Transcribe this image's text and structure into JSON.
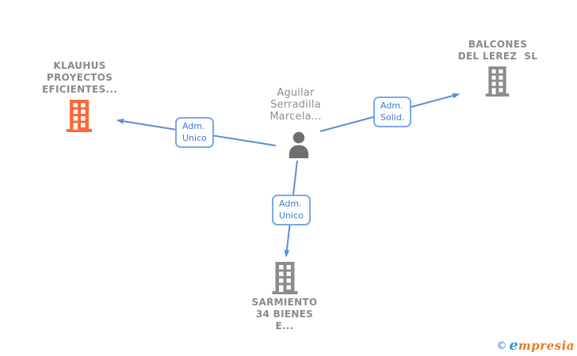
{
  "person": {
    "name_lines": [
      "Aguilar",
      "Serradilla",
      "Marcela..."
    ]
  },
  "companies": {
    "left": {
      "name_lines": [
        "KLAUHUS",
        "PROYECTOS",
        "EFICIENTES..."
      ],
      "highlighted": true
    },
    "right": {
      "name_lines": [
        "BALCONES",
        "DEL LEREZ  SL"
      ],
      "highlighted": false
    },
    "bottom": {
      "name_lines": [
        "SARMIENTO",
        "34 BIENES",
        "E..."
      ],
      "highlighted": false
    }
  },
  "relations": {
    "left": {
      "lines": [
        "Adm.",
        "Unico"
      ]
    },
    "right": {
      "lines": [
        "Adm.",
        "Solid."
      ]
    },
    "bottom": {
      "lines": [
        "Adm.",
        "Unico"
      ]
    }
  },
  "colors": {
    "edge_blue": "#5a8ed8",
    "edge_label_text": "#3b7ad9",
    "edge_label_border": "#7aa9e8",
    "company_text_gray": "#8a8a8a",
    "building_gray": "#8c8c8c",
    "building_orange": "#fb6a3d",
    "person_gray": "#6f6f6f",
    "brand_blue": "#299cd8",
    "brand_orange": "#e87b21"
  },
  "watermark": {
    "copyright": "©",
    "brand_first_letter": "e",
    "brand_rest": "mpresia"
  }
}
